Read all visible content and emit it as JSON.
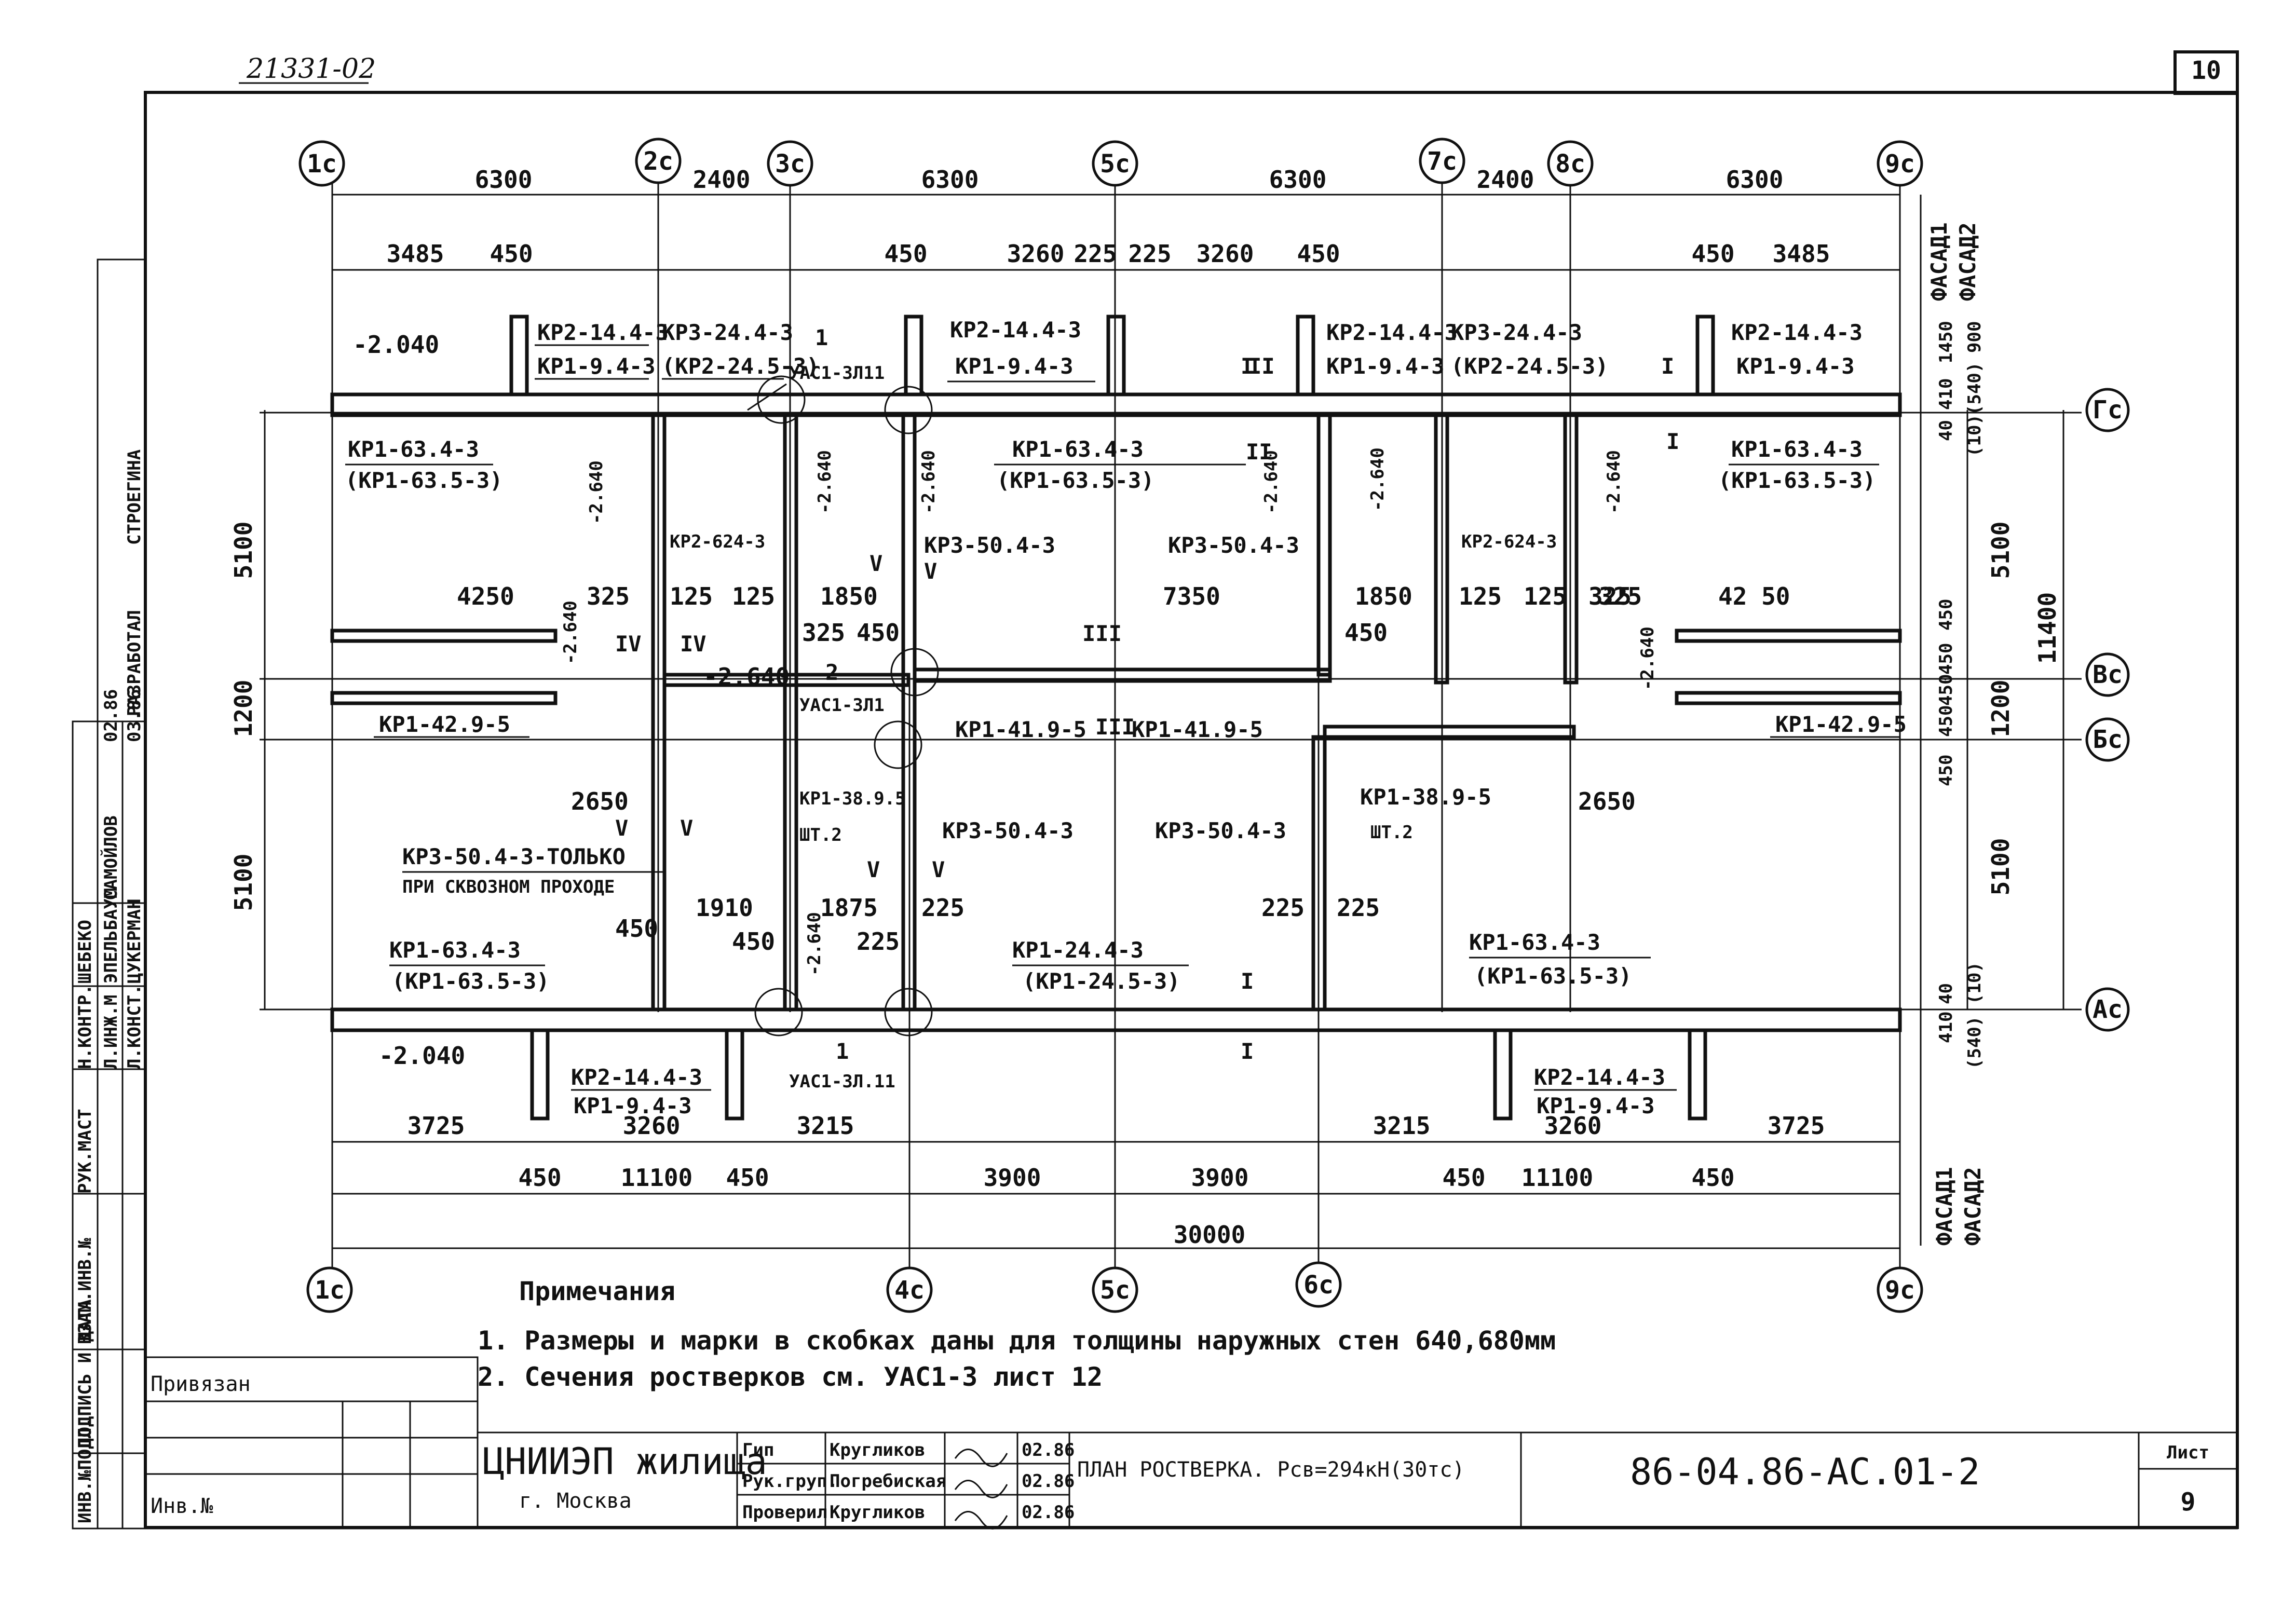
{
  "sheet": {
    "archive_number": "21331-02",
    "page_number": "10",
    "sheet_number": "9",
    "sheet_label": "Лист"
  },
  "axes": {
    "top": [
      "1с",
      "2с",
      "3с",
      "5с",
      "7с",
      "8с",
      "9с"
    ],
    "bottom": [
      "1с",
      "4с",
      "5с",
      "6с",
      "9с"
    ],
    "right": [
      "Гс",
      "Вс",
      "Бс",
      "Ас"
    ]
  },
  "dimensions": {
    "top_main": [
      "6300",
      "2400",
      "6300",
      "6300",
      "2400",
      "6300"
    ],
    "top_secondary": [
      "3485",
      "450",
      "450",
      "3260",
      "225",
      "225",
      "3260",
      "450",
      "450",
      "3485"
    ],
    "left": [
      "5100",
      "1200",
      "5100"
    ],
    "right": [
      "5100",
      "1200",
      "5100",
      "11400"
    ],
    "right_small": [
      "40",
      "410",
      "1450",
      "(10)",
      "(540)",
      "900",
      "450",
      "450",
      "450",
      "450",
      "450",
      "40",
      "410",
      "(10)",
      "(540)"
    ],
    "bottom_row1": [
      "3725",
      "3260",
      "3215",
      "3215",
      "3260",
      "3725"
    ],
    "bottom_row2": [
      "450",
      "11100",
      "450",
      "3900",
      "3900",
      "450",
      "11100",
      "450"
    ],
    "bottom_total": "30000",
    "interior": [
      "4250",
      "325",
      "125",
      "125",
      "1850",
      "325",
      "450",
      "7350",
      "1850",
      "450",
      "325",
      "125",
      "125",
      "325",
      "42 50",
      "2650",
      "2650",
      "1910",
      "1875",
      "450",
      "450",
      "225",
      "225",
      "225",
      "225",
      "450"
    ]
  },
  "levels": [
    "-2.040",
    "-2.640",
    "-2.640",
    "-2.640",
    "-2.640",
    "-2.640",
    "-2.640",
    "-2.640",
    "-2.640",
    "-2.640",
    "-2.640",
    "-2.040"
  ],
  "marks": {
    "top_left_a": "КР2-14.4-3",
    "top_left_b": "КР1-9.4-3",
    "top_mid_a": "КР3-24.4-3",
    "top_mid_b": "(КР2-24.5-3)",
    "node_1": "1",
    "node_1_label": "УАС1-3Л11",
    "top_c_a": "КР2-14.4-3",
    "top_c_b": "КР1-9.4-3",
    "top_r1_a": "КР2-14.4-3",
    "top_r1_b": "КР1-9.4-3",
    "top_r2_a": "КР3-24.4-3",
    "top_r2_b": "(КР2-24.5-3)",
    "top_r3_a": "КР2-14.4-3",
    "top_r3_b": "КР1-9.4-3",
    "gc_left_a": "КР1-63.4-3",
    "gc_left_b": "(КР1-63.5-3)",
    "gc_mid_a": "КР1-63.4-3",
    "gc_mid_b": "(КР1-63.5-3)",
    "gc_right_a": "КР1-63.4-3",
    "gc_right_b": "(КР1-63.5-3)",
    "stair_left": "КР2-624-3",
    "stair_right": "КР2-624-3",
    "kr3_504_a": "КР3-50.4-3",
    "kr3_504_b": "КР3-50.4-3",
    "node_2": "2",
    "node_2_label": "УАС1-3Л1",
    "vc_left": "КР1-42.9-5",
    "vc_right": "КР1-42.9-5",
    "kr1_419_a": "КР1-41.9-5",
    "kr1_419_b": "КР1-41.9-5",
    "kr1_389_left": "КР1-38.9.5",
    "kr1_389_left_qty": "ШТ.2",
    "kr1_389_right": "КР1-38.9-5",
    "kr1_389_right_qty": "ШТ.2",
    "kr3_504_c": "КР3-50.4-3",
    "kr3_504_d": "КР3-50.4-3",
    "kr3_only": "КР3-50.4-3-ТОЛЬКО",
    "kr3_only_note": "ПРИ СКВОЗНОМ ПРОХОДЕ",
    "ac_left_a": "КР1-63.4-3",
    "ac_left_b": "(КР1-63.5-3)",
    "ac_mid_a": "КР1-24.4-3",
    "ac_mid_b": "(КР1-24.5-3)",
    "ac_right_a": "КР1-63.4-3",
    "ac_right_b": "(КР1-63.5-3)",
    "bottom_left_a": "КР2-14.4-3",
    "bottom_left_b": "КР1-9.4-3",
    "bottom_right_a": "КР2-14.4-3",
    "bottom_right_b": "КР1-9.4-3",
    "node_bottom": "1",
    "node_bottom_label": "УАС1-3Л.11"
  },
  "sections": [
    "I",
    "I",
    "II",
    "II",
    "III",
    "III",
    "IV",
    "IV",
    "V",
    "V",
    "V",
    "V",
    "V",
    "V",
    "I",
    "I",
    "I"
  ],
  "facades": {
    "top_1": "ФАСАД1",
    "top_2": "ФАСАД2",
    "bottom_1": "ФАСАД1",
    "bottom_2": "ФАСАД2"
  },
  "notes": {
    "title": "Примечания",
    "items": [
      "1. Размеры и марки в скобках даны для толщины наружных стен 640,680мм",
      "2. Сечения ростверков см. УАС1-3 лист 12"
    ]
  },
  "side_stamp": {
    "rows": [
      "Н.КОНТР.",
      "РУК.МАСТ",
      "Л.ИНЖ.М",
      "Л.КОНСТ."
    ],
    "names": [
      "ШЕБЕКО",
      "ЭПЕЛЬБАУМ",
      "САМОЙЛОВ",
      "ЦУКЕРМАН"
    ],
    "roles": [
      "РАЗРАБОТАЛ",
      "СТРОЕГИНА"
    ],
    "fields": [
      "ИНВ.№ПОДЛ.",
      "ПОДПИСЬ И ДАТА",
      "ВЗАМ.ИНВ.№"
    ],
    "dates": [
      "02.86",
      "03.86"
    ]
  },
  "title_block": {
    "bound_label": "Привязан",
    "inv_label": "Инв.№",
    "org_name": "ЦНИИЭП жилища",
    "org_city": "г. Москва",
    "roles": [
      "Гип",
      "Рук.груп.",
      "Проверил"
    ],
    "names": [
      "Кругликов",
      "Погребиская",
      "Кругликов"
    ],
    "dates": [
      "02.86",
      "02.86",
      "02.86"
    ],
    "drawing_title": "ПЛАН РОСТВЕРКА. Рсв=294кН(30тс)",
    "code": "86-04.86-АС.01-2"
  }
}
